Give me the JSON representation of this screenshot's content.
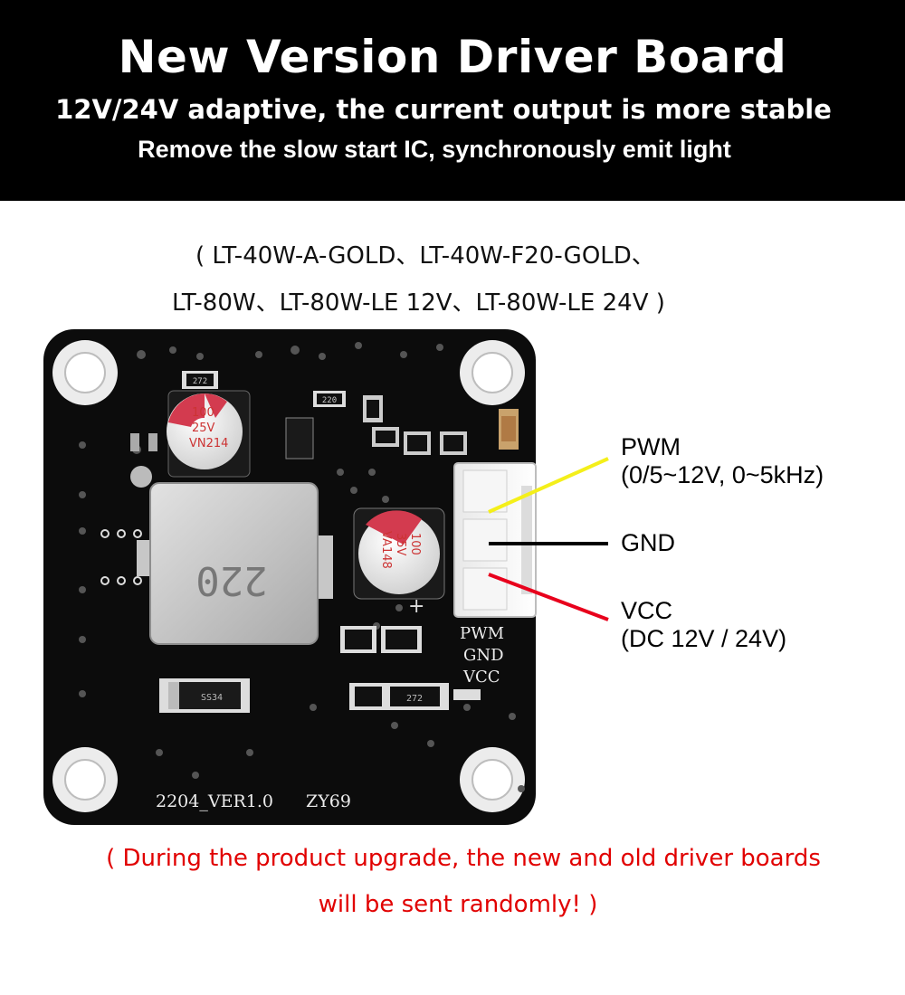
{
  "header": {
    "title": "New Version Driver Board",
    "line1": "12V/24V adaptive, the current output is more stable",
    "line2": "Remove the slow start IC, synchronously emit light"
  },
  "models": {
    "line1": "( LT-40W-A-GOLD、LT-40W-F20-GOLD、",
    "line2": "LT-80W、LT-80W-LE 12V、LT-80W-LE 24V )"
  },
  "board": {
    "cap1": [
      "100",
      "25V",
      "VN214"
    ],
    "cap2": [
      "100",
      "35V",
      "VA148"
    ],
    "inductor_code": "220",
    "resistor_codes": [
      "272",
      "220",
      "272"
    ],
    "diode_code": "SS34",
    "silk_pins": [
      "PWM",
      "GND",
      "VCC"
    ],
    "version": "2204_VER1.0",
    "maker": "ZY69",
    "plus": "+"
  },
  "pins": {
    "pwm": {
      "name": "PWM",
      "detail": "(0/5~12V, 0~5kHz)",
      "wire_color": "#f4ef1a"
    },
    "gnd": {
      "name": "GND",
      "wire_color": "#000000"
    },
    "vcc": {
      "name": "VCC",
      "detail": "(DC 12V / 24V)",
      "wire_color": "#e8001c"
    }
  },
  "note": {
    "line1": "( During the product upgrade, the new and old driver boards",
    "line2": "will be sent randomly! )"
  }
}
